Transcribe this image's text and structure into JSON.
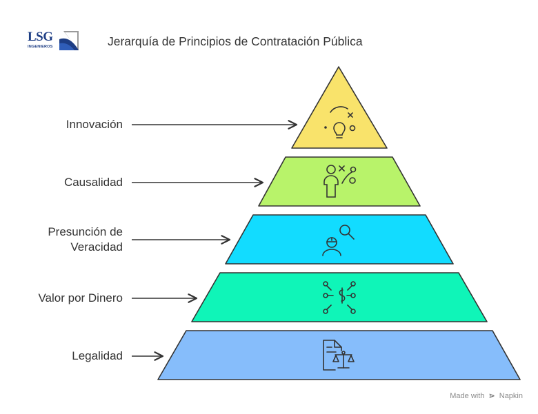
{
  "logo": {
    "text": "LSG",
    "subtext": "INGENIEROS",
    "colors": {
      "primary": "#1d3d84",
      "secondary": "#8a8a8a"
    }
  },
  "title": "Jerarquía de Principios de Contratación Pública",
  "levels": [
    {
      "label": "Innovación",
      "color": "#f9e36b",
      "icon": "lightbulb-icon"
    },
    {
      "label": "Causalidad",
      "color": "#b8f36a",
      "icon": "strategy-person-icon"
    },
    {
      "label_line1": "Presunción de",
      "label_line2": "Veracidad",
      "color": "#12dcff",
      "icon": "inspector-search-icon"
    },
    {
      "label": "Valor por Dinero",
      "color": "#0ff5b8",
      "icon": "money-network-icon"
    },
    {
      "label": "Legalidad",
      "color": "#86bdfb",
      "icon": "legal-document-scale-icon"
    }
  ],
  "footer": {
    "made_with": "Made with",
    "brand": "Napkin"
  }
}
